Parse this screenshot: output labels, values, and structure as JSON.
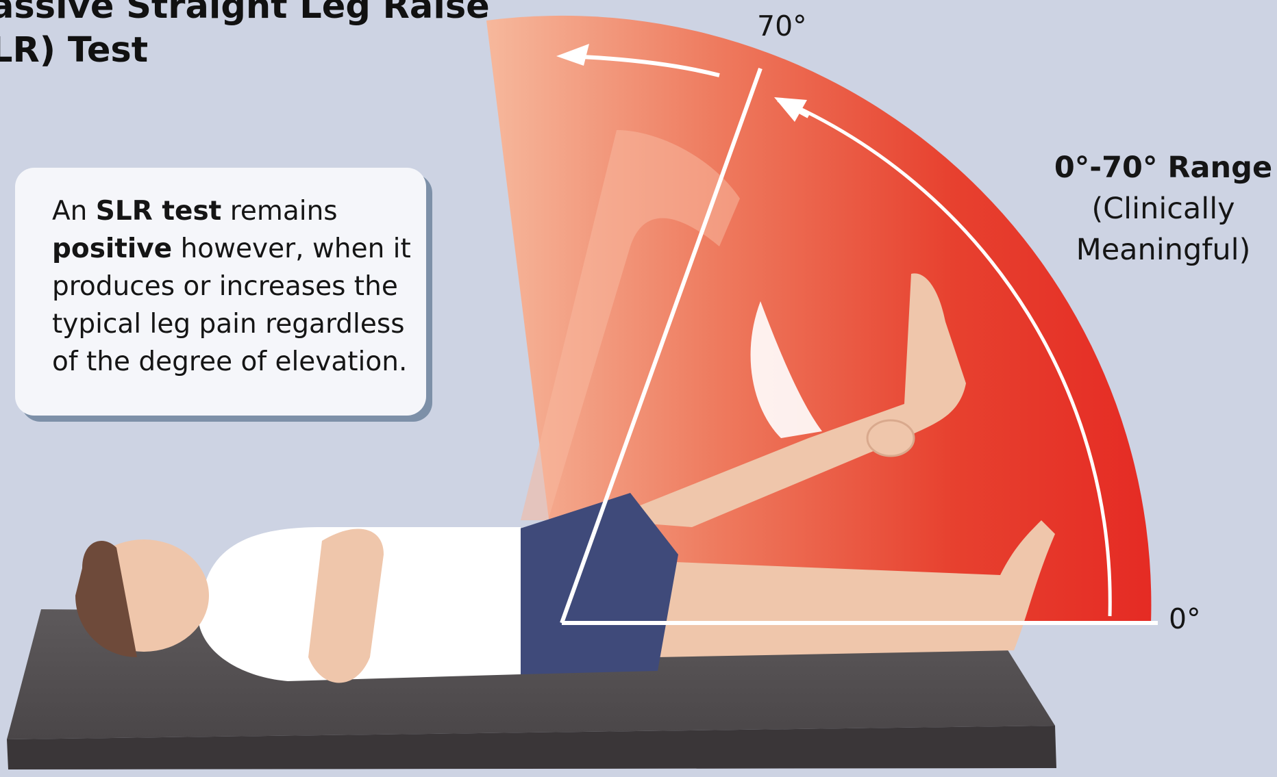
{
  "title": {
    "line1": "assive Straight Leg Raise",
    "line2": "LR) Test"
  },
  "note": {
    "l1_a": "An ",
    "l1_b": "SLR test",
    "l1_c": " remains",
    "l2_a": "positive",
    "l2_b": " however, when it",
    "l3": "produces or increases the",
    "l4": "typical leg pain regardless",
    "l5": "of the degree of elevation."
  },
  "angles": {
    "top": "70°",
    "bottom": "0°"
  },
  "range": {
    "heading": "0°-70° Range",
    "sub1": "(Clinically",
    "sub2": "Meaningful)"
  },
  "colors": {
    "background": "#cdd3e3",
    "arc_red": "#e53129",
    "arc_light": "#f4a58c",
    "shorts": "#3f4a7a",
    "shirt": "#ffffff",
    "skin": "#efc6ab",
    "hair": "#6e4a3a",
    "table_top": "#5a5658",
    "table_side": "#3e3a3c"
  },
  "icons": [
    "arrow-icon"
  ]
}
